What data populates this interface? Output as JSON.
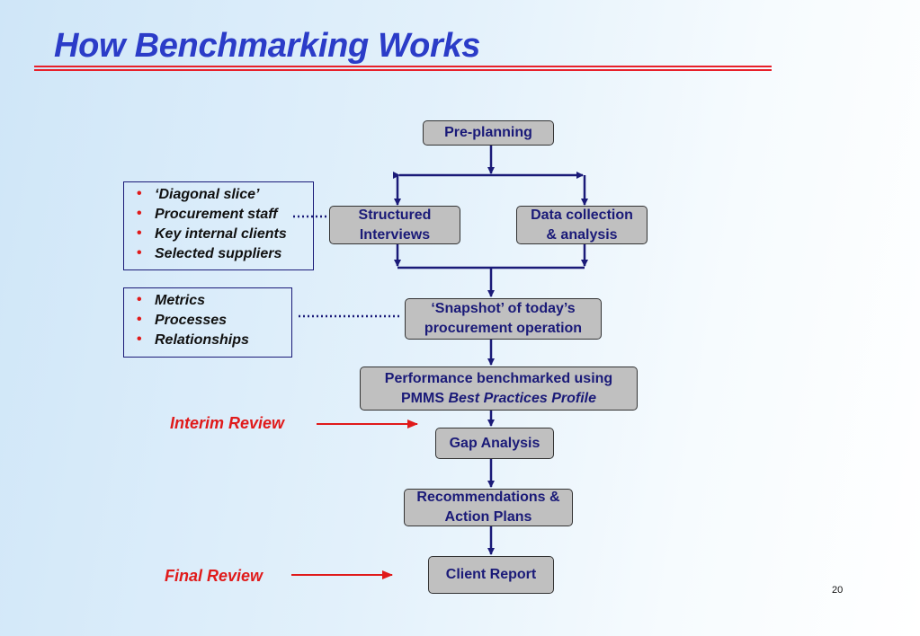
{
  "title": "How Benchmarking Works",
  "colors": {
    "title": "#2b3cc8",
    "rule": "#e8202a",
    "box_fill": "#c0c0c0",
    "box_text": "#1a1a78",
    "arrow": "#1a1a78",
    "review": "#e01a1a",
    "bullet": "#e01a1a"
  },
  "flow": {
    "preplanning": "Pre-planning",
    "structured_interviews": [
      "Structured",
      "Interviews"
    ],
    "data_collection": [
      "Data collection",
      "& analysis"
    ],
    "snapshot": [
      "‘Snapshot’ of today’s",
      "procurement operation"
    ],
    "performance": {
      "line1": "Performance benchmarked using",
      "line2_plain": "PMMS ",
      "line2_italic": "Best Practices Profile"
    },
    "gap_analysis": "Gap Analysis",
    "recommendations": [
      "Recommendations &",
      "Action Plans"
    ],
    "client_report": "Client Report"
  },
  "list_interviews": [
    "‘Diagonal slice’",
    "Procurement staff",
    "Key internal clients",
    "Selected suppliers"
  ],
  "list_snapshot": [
    "Metrics",
    "Processes",
    "Relationships"
  ],
  "reviews": {
    "interim": "Interim Review",
    "final": "Final Review"
  },
  "page_number": "20"
}
